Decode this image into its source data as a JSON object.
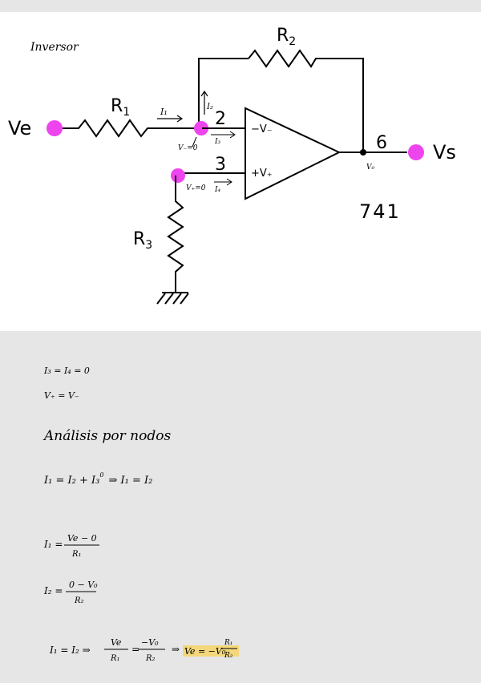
{
  "circuit": {
    "title": "Inversor",
    "labels": {
      "input": "Ve",
      "output": "Vs",
      "r1": "R",
      "r1_sub": "1",
      "r2": "R",
      "r2_sub": "2",
      "r3": "R",
      "r3_sub": "3",
      "pin_inverting": "2",
      "pin_noninverting": "3",
      "pin_output": "6",
      "opamp_model": "741",
      "minus_input": "−V₋",
      "plus_input": "+V₊",
      "current_i1": "I₁",
      "current_i2": "I₂",
      "current_i3": "I₃",
      "current_i4": "I₄",
      "node_v_minus": "V₋=0",
      "node_v_plus": "V₊=0",
      "node_vs": "V₀"
    },
    "colors": {
      "wire": "#000000",
      "terminal": "#ee44ee",
      "highlight": "#f3d77a"
    }
  },
  "notes": {
    "line1": "I₃ = I₄ = 0",
    "line2": "V₊ = V₋",
    "heading": "Análisis por nodos",
    "eq1_left": "I₁ = I₂ + I₃",
    "eq1_sup": "0",
    "eq1_right": "⇒ I₁ = I₂",
    "eq2_lhs": "I₁ =",
    "eq2_num": "Ve − 0",
    "eq2_den": "R₁",
    "eq3_lhs": "I₂ =",
    "eq3_num": "0 − V₀",
    "eq3_den": "R₂",
    "eq4_lhs": "I₁ = I₂ ⇒",
    "eq4_f1_num": "Ve",
    "eq4_f1_den": "R₁",
    "eq4_eq": "=",
    "eq4_f2_num": "−V₀",
    "eq4_f2_den": "R₂",
    "eq4_arrow": "⇒",
    "eq4_result": "Ve = −V₀",
    "eq4_f3_num": "R₁",
    "eq4_f3_den": "R₂"
  }
}
